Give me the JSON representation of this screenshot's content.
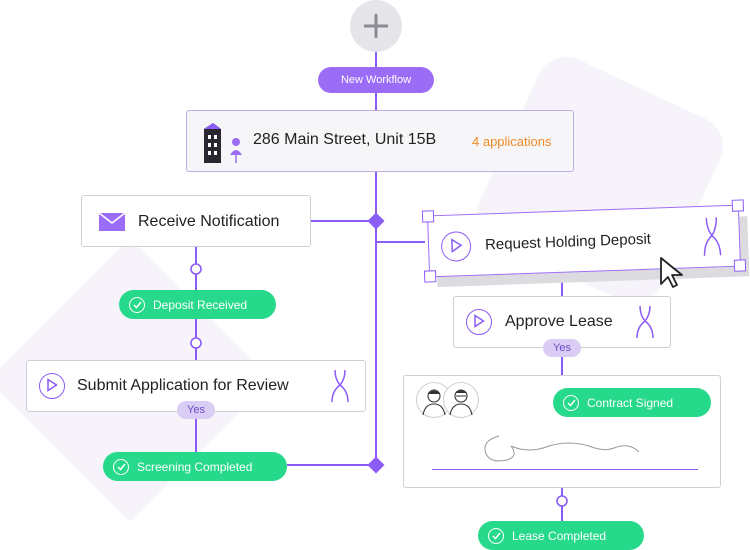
{
  "colors": {
    "purple": "#8b5cf6",
    "purple_light": "#d9ccf5",
    "green": "#27d98a",
    "orange": "#f08a24",
    "border": "#cfcfd6"
  },
  "add_button": {
    "icon": "plus-icon"
  },
  "workflow_badge": "New Workflow",
  "property": {
    "address": "286 Main Street, Unit 15B",
    "applications": "4 applications",
    "icon": "building-icon"
  },
  "left_branch": {
    "notification": {
      "label": "Receive Notification",
      "icon": "mail-icon"
    },
    "deposit_pill": "Deposit Received",
    "review": {
      "label": "Submit Application for Review",
      "icon": "play-icon",
      "yes": "Yes"
    },
    "screening_pill": "Screening Completed"
  },
  "right_branch": {
    "holding": {
      "label": "Request Holding Deposit",
      "icon": "play-icon"
    },
    "approve": {
      "label": "Approve Lease",
      "icon": "play-icon",
      "yes": "Yes"
    },
    "contract_pill": "Contract Signed",
    "lease_pill": "Lease Completed"
  }
}
